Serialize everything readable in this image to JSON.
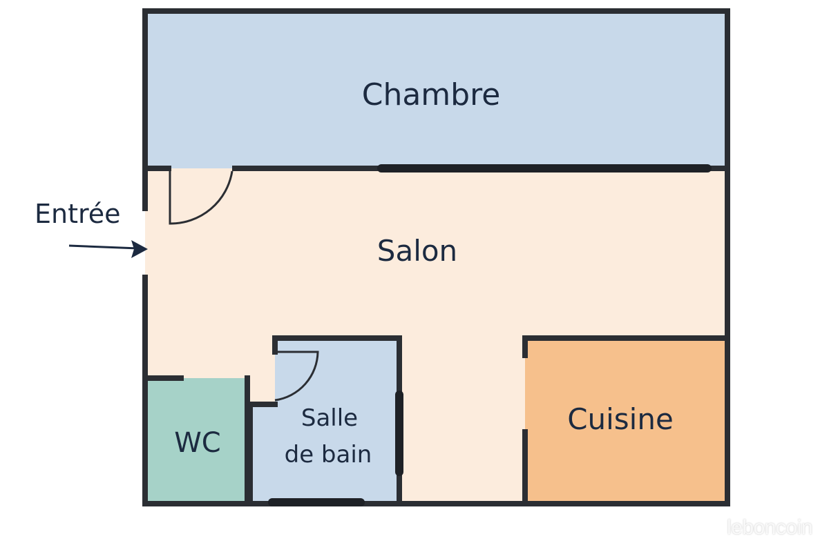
{
  "rooms": {
    "chambre": "Chambre",
    "salon": "Salon",
    "wc": "WC",
    "salle_de_bain_line1": "Salle",
    "salle_de_bain_line2": "de bain",
    "cuisine": "Cuisine"
  },
  "entrance": {
    "label": "Entrée"
  },
  "watermark": "leboncoin",
  "colors": {
    "chambre": "#c8d9ea",
    "salon": "#fcecdd",
    "wc": "#a6d2c8",
    "salle_de_bain": "#c8d9ea",
    "cuisine": "#f6c08c",
    "wall": "#2b2e33",
    "text": "#1c2a40"
  }
}
